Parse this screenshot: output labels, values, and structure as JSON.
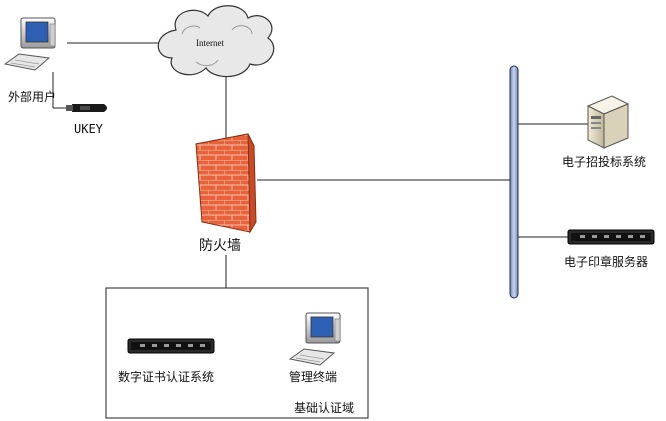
{
  "nodes": {
    "internet": "Internet",
    "external_user": "外部用户",
    "ukey": "UKEY",
    "firewall": "防火墙",
    "bidding_system": "电子招投标系统",
    "seal_server": "电子印章服务器",
    "ca_system": "数字证书认证系统",
    "mgmt_terminal": "管理终端",
    "ca_domain": "基础认证域"
  },
  "icons": {
    "user_pc": "computer-icon",
    "ukey": "usb-key-icon",
    "internet": "cloud-icon",
    "firewall": "brick-wall-icon",
    "backbone": "network-bus-icon",
    "bidding_server": "tower-server-icon",
    "seal_server": "rack-server-icon",
    "ca_server": "rack-server-icon",
    "terminal": "computer-icon"
  },
  "colors": {
    "firewall_brick": "#e8623c",
    "firewall_light": "#f2a07e",
    "backbone": "#9fb3d6",
    "cloud": "#e6e6e6",
    "line": "#222222"
  }
}
